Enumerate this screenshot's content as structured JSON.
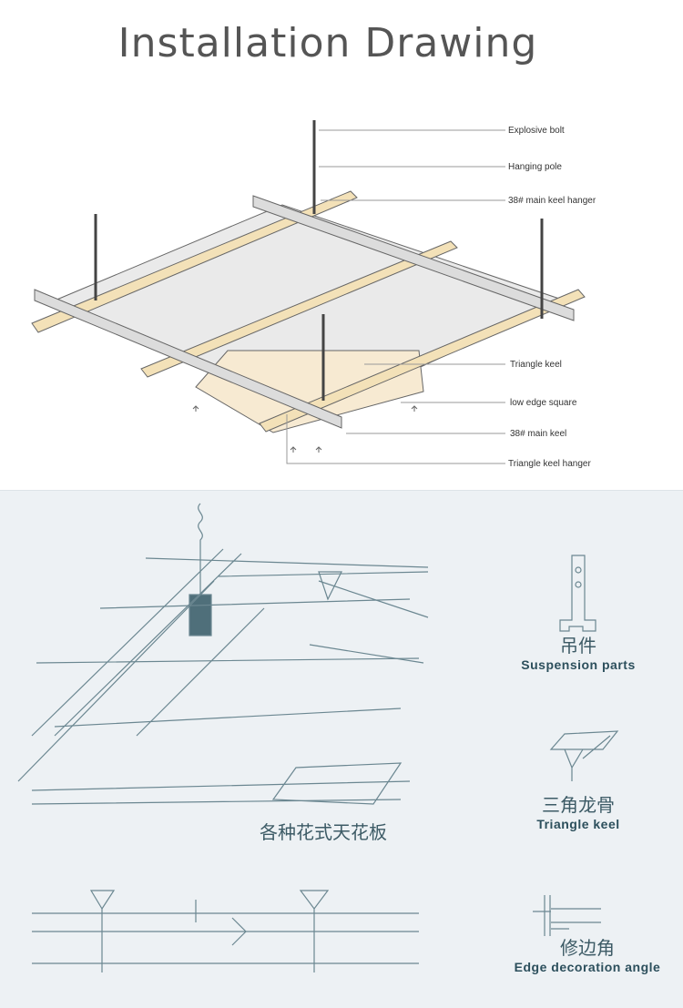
{
  "title": "Installation Drawing",
  "top_labels": [
    "Explosive bolt",
    "Hanging pole",
    "38# main keel hanger",
    "Triangle keel",
    "low edge square",
    "38# main keel",
    "Triangle keel hanger"
  ],
  "parts": [
    {
      "cn": "吊件",
      "en": "Suspension parts"
    },
    {
      "cn": "三角龙骨",
      "en": "Triangle keel"
    },
    {
      "cn": "修边角",
      "en": "Edge decoration angle"
    }
  ],
  "tile_caption": "各种花式天花板",
  "colors": {
    "line": "#6b8791",
    "text": "#2c4f5c",
    "keel": "#f3e1b8",
    "main_keel": "#d8d8d8",
    "bg": "#edf1f4"
  }
}
